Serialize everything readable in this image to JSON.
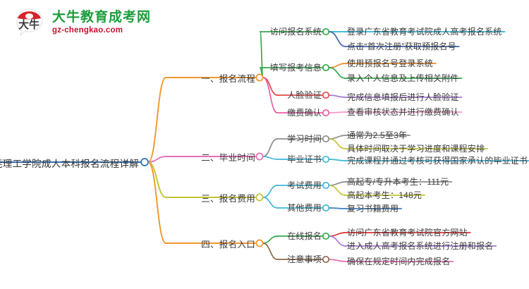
{
  "logo": {
    "mark_label": "大牛",
    "title": "大牛教育成考网",
    "domain": "gz-chengkao.com",
    "brand_green": "#1c9c3c",
    "brand_red": "#c8102e"
  },
  "mindmap": {
    "root": {
      "label": "东莞理工学院成人本科报名流程详解",
      "node_color": "#2f6fb8"
    },
    "branches": [
      {
        "label": "一、报名流程",
        "color": "#f2962e",
        "children": [
          {
            "label": "访问报名系统",
            "color": "#34a84f",
            "leaves": [
              {
                "label": "登录广东省教育考试院成人高考报名系统",
                "color": "#29b6d8"
              },
              {
                "label": "点击“首次注册”获取预报名号",
                "color": "#3f63ad"
              }
            ]
          },
          {
            "label": "填写报考信息",
            "color": "#34a84f",
            "leaves": [
              {
                "label": "使用预报名号登录系统",
                "color": "#ef8b2c"
              },
              {
                "label": "录入个人信息及上传相关附件",
                "color": "#34a84f"
              }
            ]
          },
          {
            "label": "人脸验证",
            "color": "#e34a4a",
            "leaves": [
              {
                "label": "完成信息填报后进行人脸验证",
                "color": "#a779d6"
              }
            ]
          },
          {
            "label": "缴费确认",
            "color": "#e85fa6",
            "leaves": [
              {
                "label": "查看审核状态并进行缴费确认",
                "color": "#f29ac8"
              }
            ]
          }
        ]
      },
      {
        "label": "二、毕业时间",
        "color": "#e86fb5",
        "children": [
          {
            "label": "学习时间",
            "color": "#8d8d8d",
            "leaves": [
              {
                "label": "通常为2.5至3年",
                "color": "#8d8d8d"
              },
              {
                "label": "具体时间取决于学习进度和课程安排",
                "color": "#c3c335"
              }
            ]
          },
          {
            "label": "毕业证书",
            "color": "#3fb6d8",
            "leaves": [
              {
                "label": "完成课程并通过考核可获得国家承认的毕业证书",
                "color": "#3fb6d8"
              }
            ]
          }
        ]
      },
      {
        "label": "三、报名费用",
        "color": "#c3c335",
        "children": [
          {
            "label": "考试费用",
            "color": "#3fb6d8",
            "leaves": [
              {
                "label": "高起专/专升本考生：111元",
                "color": "#8d8d8d"
              },
              {
                "label": "高起本考生：148元",
                "color": "#c3c335"
              }
            ]
          },
          {
            "label": "其他费用",
            "color": "#3fb6d8",
            "leaves": [
              {
                "label": "复习书籍费用",
                "color": "#3f7fc1"
              }
            ]
          }
        ]
      },
      {
        "label": "四、报名入口",
        "color": "#f2962e",
        "children": [
          {
            "label": "在线报名",
            "color": "#34a84f",
            "leaves": [
              {
                "label": "访问广东省教育考试院官方网站",
                "color": "#e03131"
              },
              {
                "label": "进入成人高考报名系统进行注册和报名",
                "color": "#a779d6"
              }
            ]
          },
          {
            "label": "注意事项",
            "color": "#8a6a4a",
            "leaves": [
              {
                "label": "确保在规定时间内完成报名",
                "color": "#e86fb5"
              }
            ]
          }
        ]
      }
    ]
  }
}
